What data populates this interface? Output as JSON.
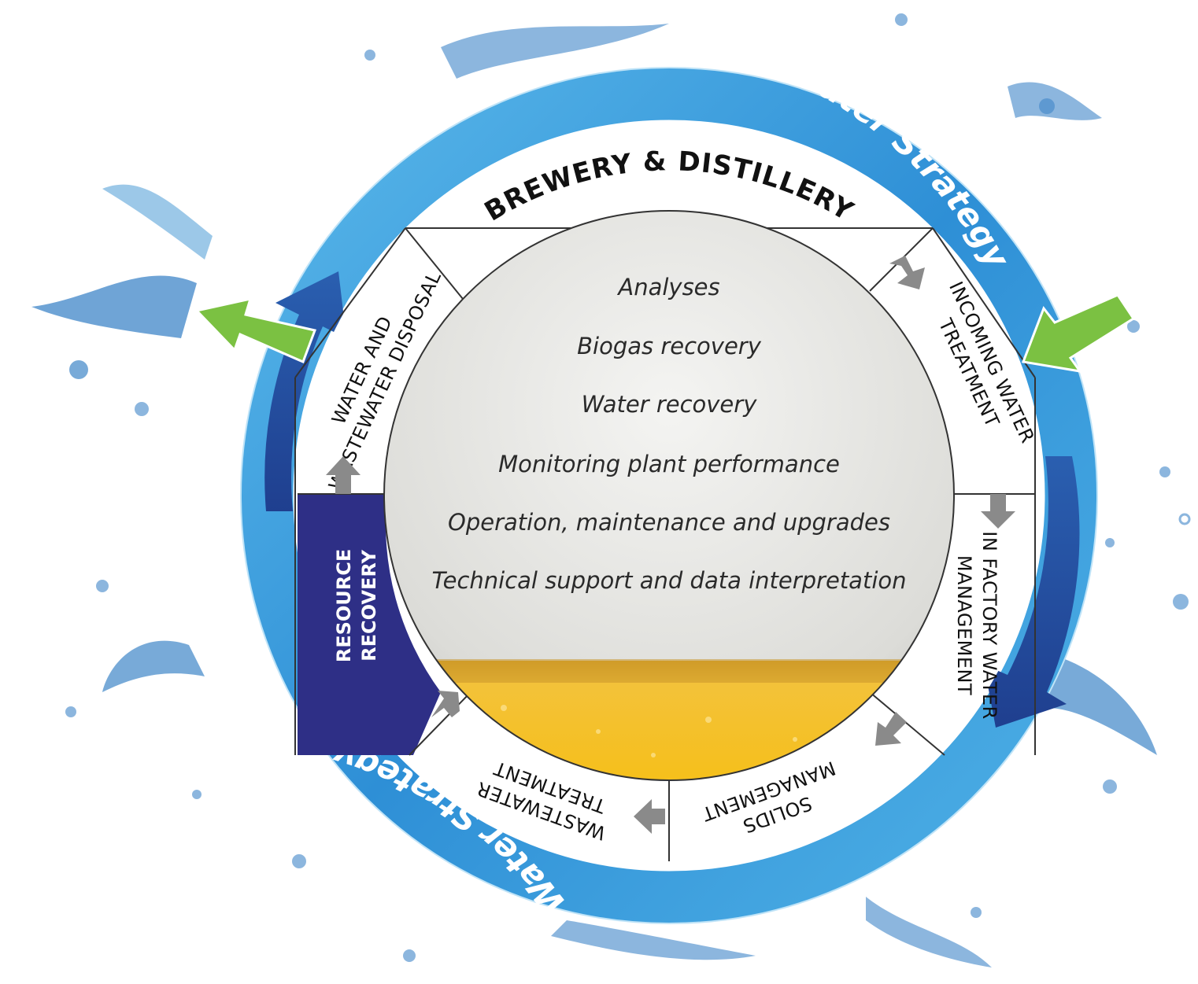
{
  "title": "BREWERY & DISTILLERY",
  "ring_label_top": "Water Strategy",
  "ring_label_bottom": "Water Strategy",
  "segments": {
    "incoming": [
      "INCOMING WATER",
      "TREATMENT"
    ],
    "in_factory": [
      "IN FACTORY WATER",
      "MANAGEMENT"
    ],
    "solids": [
      "SOLIDS",
      "MANAGEMENT"
    ],
    "wastewater": [
      "WASTEWATER",
      "TREATMENT"
    ],
    "resource": [
      "RESOURCE",
      "RECOVERY"
    ],
    "disposal": [
      "WATER AND",
      "WASTEWATER DISPOSAL"
    ]
  },
  "center_items": [
    "Analyses",
    "Biogas recovery",
    "Water recovery",
    "Monitoring plant performance",
    "Operation, maintenance and upgrades",
    "Technical support and data interpretation"
  ],
  "colors": {
    "ring_blue": "#2e8fd6",
    "ring_light": "#6cc3ef",
    "ring_dark": "#234c9a",
    "resource_fill": "#2e2f86",
    "inflow_arrow": "#7bc142",
    "step_arrow": "#8a8a8a",
    "beer": "#f2b516"
  }
}
